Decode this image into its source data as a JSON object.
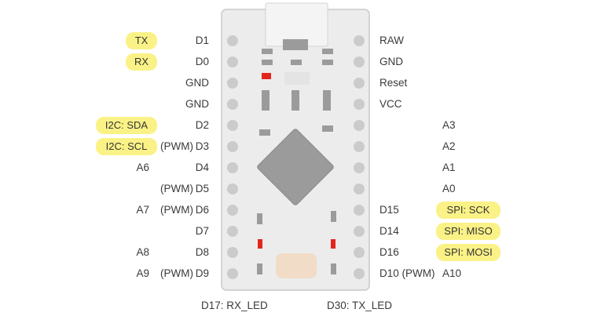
{
  "board": {
    "body_color": "#ececec",
    "border_color": "#c9c9c9",
    "pin_color": "#cbcbcb",
    "component_color": "#9b9b9b",
    "led_color": "#e3261c",
    "button_color": "#f1dcc8",
    "highlight_color": "#fbf287"
  },
  "left_pins": [
    {
      "pin": "D1",
      "extra": "",
      "func": "TX"
    },
    {
      "pin": "D0",
      "extra": "",
      "func": "RX"
    },
    {
      "pin": "GND",
      "extra": "",
      "func": ""
    },
    {
      "pin": "GND",
      "extra": "",
      "func": ""
    },
    {
      "pin": "D2",
      "extra": "",
      "func": "I2C: SDA"
    },
    {
      "pin": "D3",
      "extra": "(PWM)",
      "func": "I2C: SCL"
    },
    {
      "pin": "D4",
      "extra": "A6",
      "func": ""
    },
    {
      "pin": "D5",
      "extra": "(PWM)",
      "func": ""
    },
    {
      "pin": "D6",
      "extra": "(PWM)",
      "func": "A7"
    },
    {
      "pin": "D7",
      "extra": "",
      "func": ""
    },
    {
      "pin": "D8",
      "extra": "A8",
      "func": ""
    },
    {
      "pin": "D9",
      "extra": "(PWM)",
      "func": "A9"
    }
  ],
  "right_pins": [
    {
      "pin": "RAW",
      "func": ""
    },
    {
      "pin": "GND",
      "func": ""
    },
    {
      "pin": "Reset",
      "func": ""
    },
    {
      "pin": "VCC",
      "func": ""
    },
    {
      "pin": "",
      "func": "A3"
    },
    {
      "pin": "",
      "func": "A2"
    },
    {
      "pin": "",
      "func": "A1"
    },
    {
      "pin": "",
      "func": "A0"
    },
    {
      "pin": "D15",
      "func": "SPI: SCK"
    },
    {
      "pin": "D14",
      "func": "SPI: MISO"
    },
    {
      "pin": "D16",
      "func": "SPI: MOSI"
    },
    {
      "pin": "D10 (PWM)",
      "func": "A10"
    }
  ],
  "bottom": {
    "rx_led": "D17: RX_LED",
    "tx_led": "D30: TX_LED"
  }
}
